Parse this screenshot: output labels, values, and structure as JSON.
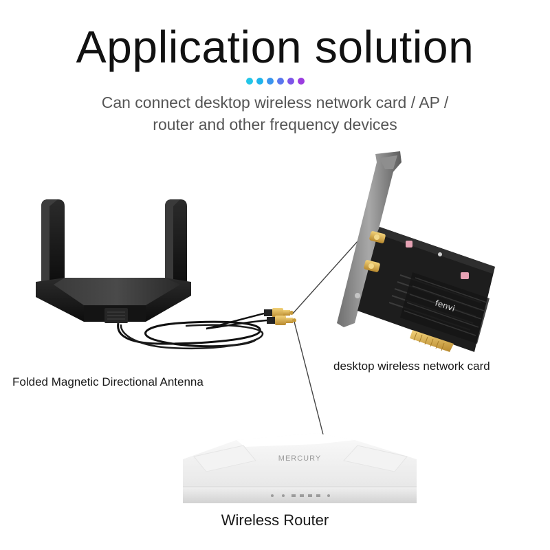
{
  "header": {
    "title": "Application solution",
    "dots": [
      "#23c6e8",
      "#1fb4ec",
      "#3a95ee",
      "#5a77ee",
      "#7d55e8",
      "#9b3ddf"
    ],
    "subtitle_line1": "Can connect desktop wireless network card / AP /",
    "subtitle_line2": "router and other frequency devices"
  },
  "labels": {
    "antenna": "Folded Magnetic Directional Antenna",
    "card": "desktop wireless network card",
    "router": "Wireless Router"
  },
  "product_marks": {
    "card_brand": "fenvi",
    "router_brand": "MERCURY"
  }
}
